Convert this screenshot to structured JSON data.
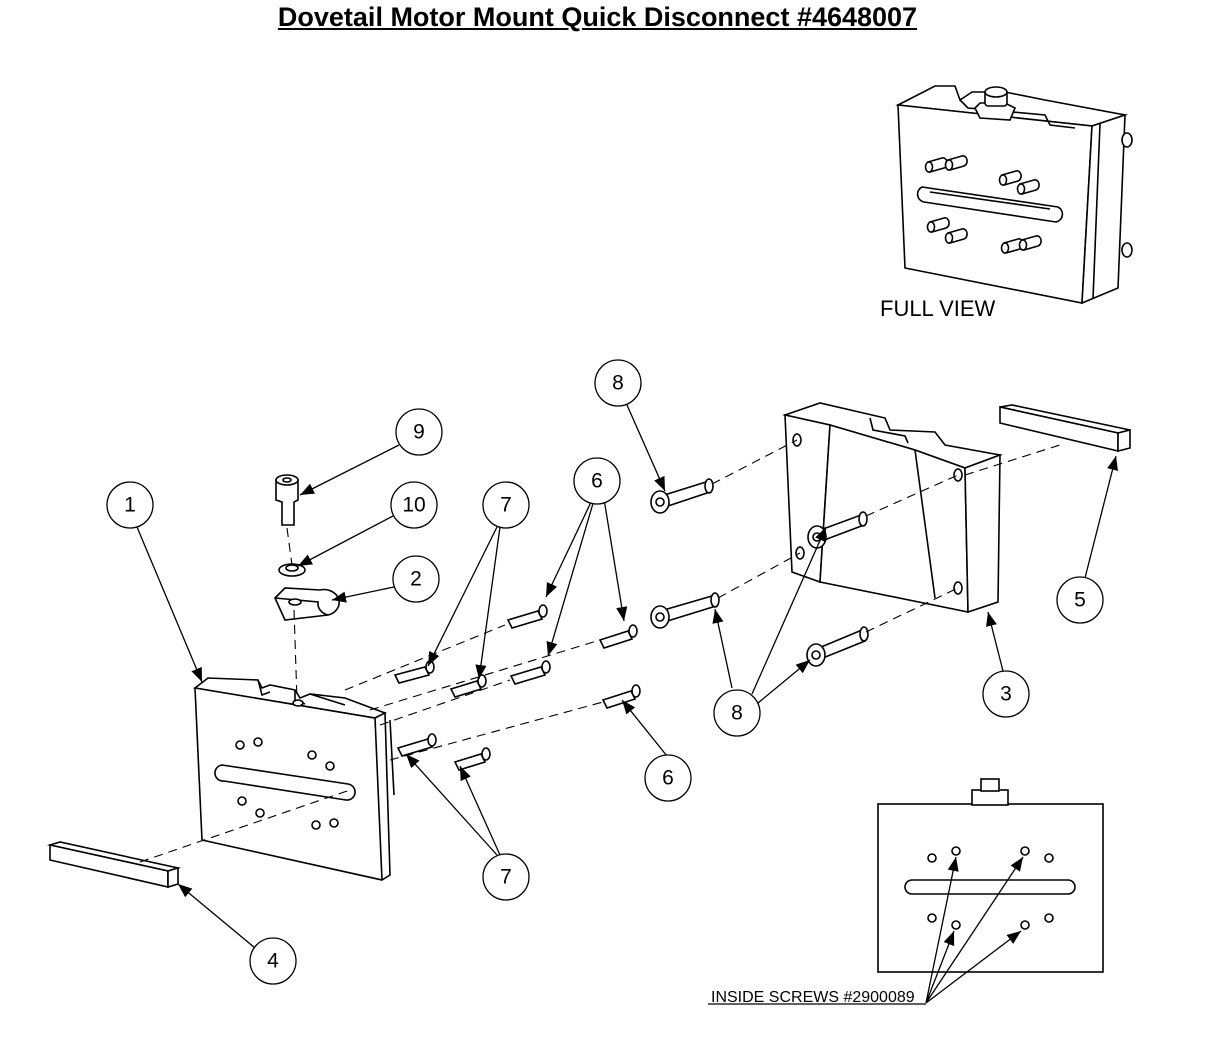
{
  "title": "Dovetail Motor Mount Quick Disconnect #4648007",
  "full_view_label": "FULL VIEW",
  "inside_screws_label": "INSIDE SCREWS #2900089",
  "callouts": [
    {
      "id": "c1",
      "label": "1"
    },
    {
      "id": "c2",
      "label": "2"
    },
    {
      "id": "c3",
      "label": "3"
    },
    {
      "id": "c4",
      "label": "4"
    },
    {
      "id": "c5",
      "label": "5"
    },
    {
      "id": "c6a",
      "label": "6"
    },
    {
      "id": "c6b",
      "label": "6"
    },
    {
      "id": "c7a",
      "label": "7"
    },
    {
      "id": "c7b",
      "label": "7"
    },
    {
      "id": "c8a",
      "label": "8"
    },
    {
      "id": "c8b",
      "label": "8"
    },
    {
      "id": "c9",
      "label": "9"
    },
    {
      "id": "c10",
      "label": "10"
    }
  ]
}
